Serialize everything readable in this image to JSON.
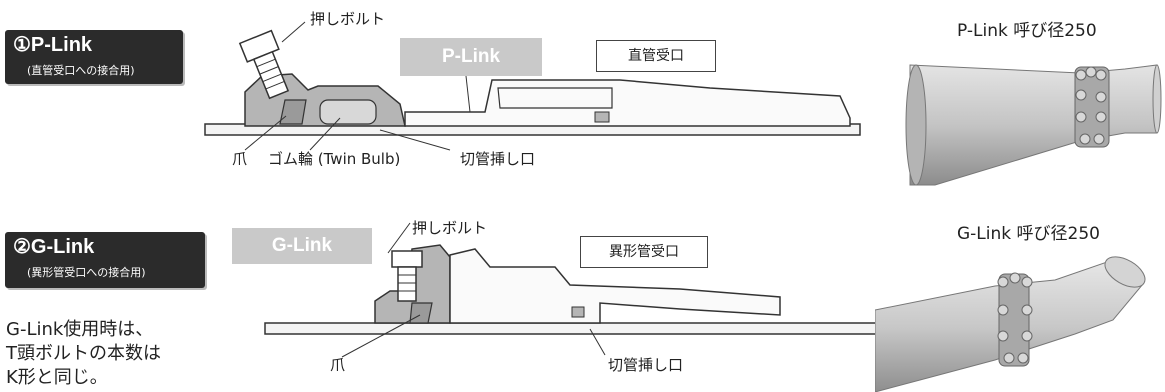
{
  "p_link": {
    "badge_title": "①P-Link",
    "badge_sub": "(直管受口への接合用)",
    "tag": "P-Link",
    "socket_label": "直管受口",
    "bolt_label": "押しボルト",
    "claw_label": "爪",
    "rubber_label": "ゴム輪 (Twin Bulb)",
    "spigot_label": "切管挿し口",
    "photo_title": "P-Link 呼び径250"
  },
  "g_link": {
    "badge_title": "②G-Link",
    "badge_sub": "(異形管受口への接合用)",
    "tag": "G-Link",
    "socket_label": "異形管受口",
    "bolt_label": "押しボルト",
    "claw_label": "爪",
    "spigot_label": "切管挿し口",
    "photo_title": "G-Link 呼び径250"
  },
  "note": {
    "line1": "G-Link使用時は、",
    "line2": "T頭ボルトの本数は",
    "line3": "K形と同じ。"
  }
}
